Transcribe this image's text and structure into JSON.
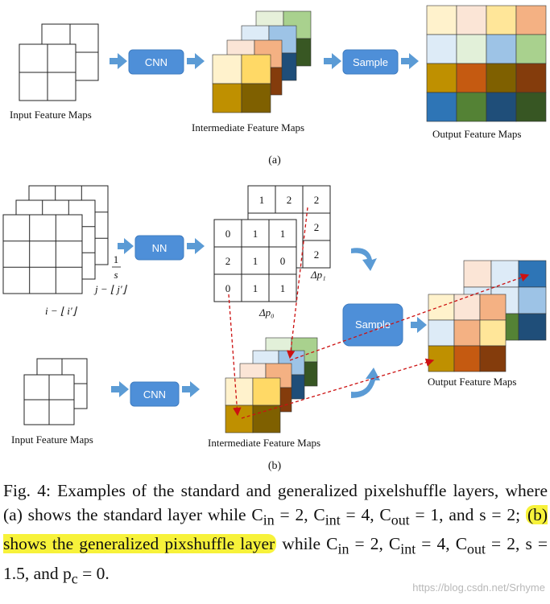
{
  "panel_a": {
    "input_label": "Input Feature Maps",
    "cnn_label": "CNN",
    "intermediate_label": "Intermediate Feature Maps",
    "sample_label": "Sample",
    "output_label": "Output Feature Maps",
    "panel_label": "(a)"
  },
  "panel_b": {
    "nn_label": "NN",
    "frac_num": "1",
    "frac_den": "s",
    "j_expr": "j − ⌊ j′⌋",
    "i_expr": "i − ⌊ i′⌋",
    "dp0_grid": [
      [
        "0",
        "1",
        "1"
      ],
      [
        "2",
        "1",
        "0"
      ],
      [
        "0",
        "1",
        "1"
      ]
    ],
    "dp1_top_row": [
      "1",
      "2",
      "2"
    ],
    "dp1_right_col": [
      "2",
      "2",
      "2"
    ],
    "dp0_label": "Δp₀",
    "dp1_label": "Δp₁",
    "sample_label": "Sample",
    "output_label": "Output Feature Maps",
    "input_label": "Input Feature Maps",
    "cnn_label": "CNN",
    "intermediate_label": "Intermediate Feature Maps",
    "panel_label": "(b)"
  },
  "caption": {
    "part1": "Fig. 4: Examples of the standard and generalized pixelshuffle layers, where (a) shows the standard layer while C",
    "sub_in": "in",
    "part2": " = 2, C",
    "sub_int": "int",
    "part3": " = 4, C",
    "sub_out": "out",
    "part4": " = 1, and s = 2; ",
    "highlight": "(b) shows the generalized pixshuffle layer",
    "part5": " while C",
    "sub_in2": "in",
    "part6": " = 2, C",
    "sub_int2": "int",
    "part7": " = 4, C",
    "sub_out2": "out",
    "part8": " = 2, s = 1.5, and p",
    "sub_c": "c",
    "part9": " = 0."
  },
  "watermark": "https://blog.csdn.net/Srhyme",
  "colors": {
    "button": "#4e8fd8",
    "arrow": "#5b9bd5",
    "dashed": "#cc1111",
    "highlight": "#f7f23a"
  }
}
